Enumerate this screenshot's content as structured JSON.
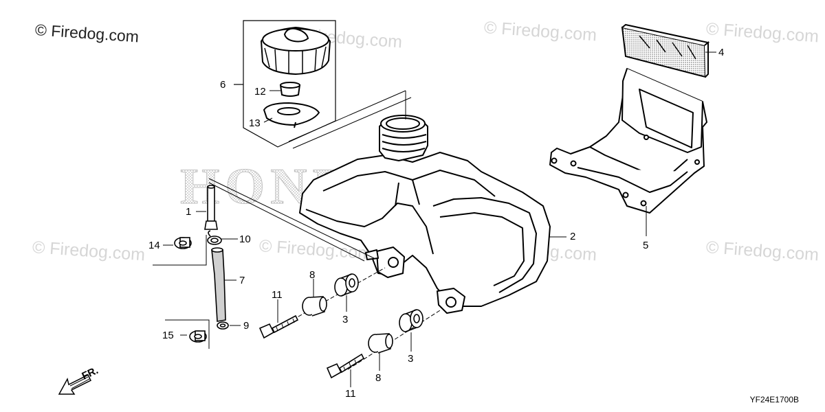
{
  "copyright": "© Firedog.com",
  "watermark": "© Firedog.com",
  "diagram_code": "YF24E1700B",
  "front_arrow_label": "FR.",
  "brand_watermark": "HONDA",
  "callouts": {
    "c1": "1",
    "c2": "2",
    "c3a": "3",
    "c3b": "3",
    "c4": "4",
    "c5": "5",
    "c6": "6",
    "c7": "7",
    "c8a": "8",
    "c8b": "8",
    "c9": "9",
    "c10": "10",
    "c11a": "11",
    "c11b": "11",
    "c12": "12",
    "c13": "13",
    "c14": "14",
    "c15": "15"
  },
  "parts": [
    "fuel-tank",
    "fuel-cap",
    "cap-seal",
    "cap-gasket",
    "bolt",
    "cushion",
    "rubber-mount",
    "heat-guard",
    "tank-bracket",
    "fuel-tube",
    "clip",
    "tube-clamp"
  ]
}
